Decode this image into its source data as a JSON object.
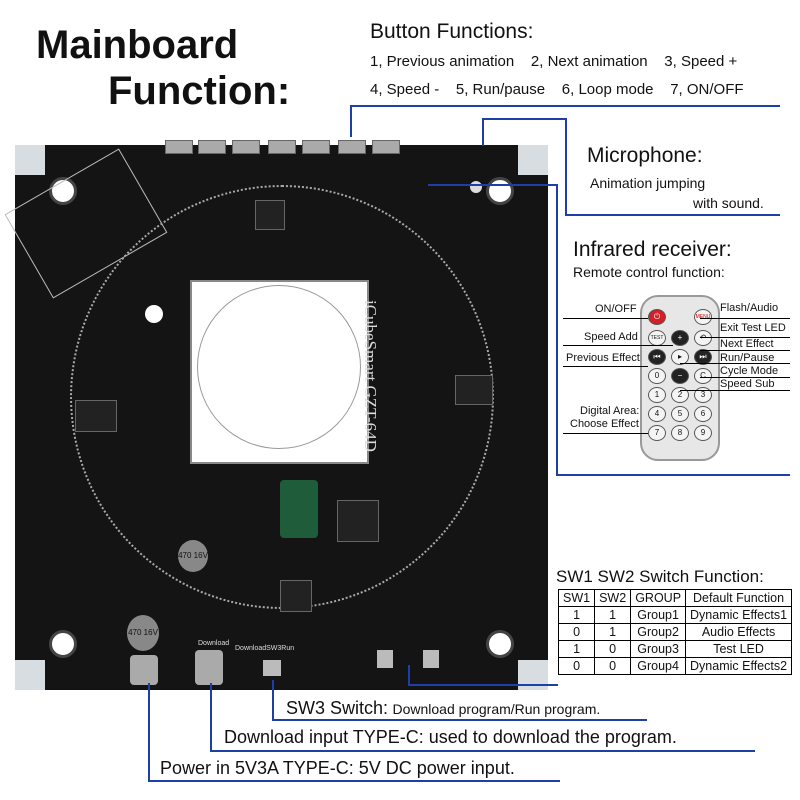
{
  "title": {
    "line1": "Mainboard",
    "line2": "Function:"
  },
  "button_functions": {
    "heading": "Button Functions:",
    "line1": "1, Previous animation    2, Next animation    3, Speed +",
    "line2": "4, Speed -    5, Run/pause    6, Loop mode    7, ON/OFF"
  },
  "microphone": {
    "heading": "Microphone:",
    "line1": "Animation jumping",
    "line2": "with sound."
  },
  "infrared": {
    "heading": "Infrared receiver:",
    "sub": "Remote control function:"
  },
  "remote_labels": {
    "on_off": "ON/OFF",
    "speed_add": "Speed Add",
    "previous_effect": "Previous Effect",
    "digital_area": "Digital Area:",
    "choose_effect": "Choose Effect",
    "flash_audio": "Flash/Audio",
    "exit_test_led": "Exit Test LED",
    "next_effect": "Next Effect",
    "run_pause": "Run/Pause",
    "cycle_mode": "Cycle Mode",
    "speed_sub": "Speed Sub"
  },
  "remote_keys": {
    "menu": "MENU",
    "test": "TEST",
    "plus": "+",
    "minus": "−",
    "c": "C",
    "digits": [
      "0",
      "1",
      "2",
      "3",
      "4",
      "5",
      "6",
      "7",
      "8",
      "9"
    ]
  },
  "board": {
    "silkscreen": "iCubeSmart GZT-64D",
    "cap1": "470 16V",
    "cap2": "470 16V",
    "download_label": "Download",
    "run_label": "DownloadSW3Run"
  },
  "switch_table": {
    "heading": "SW1 SW2 Switch Function:",
    "columns": [
      "SW1",
      "SW2",
      "GROUP",
      "Default Function"
    ],
    "rows": [
      [
        "1",
        "1",
        "Group1",
        "Dynamic Effects1"
      ],
      [
        "0",
        "1",
        "Group2",
        "Audio Effects"
      ],
      [
        "1",
        "0",
        "Group3",
        "Test LED"
      ],
      [
        "0",
        "0",
        "Group4",
        "Dynamic Effects2"
      ]
    ]
  },
  "sw3": {
    "label": "SW3 Switch:",
    "desc": "Download program/Run program."
  },
  "download_input": {
    "text": "Download input TYPE-C: used to download the program."
  },
  "power_in": {
    "text": "Power in 5V3A TYPE-C: 5V DC power input."
  },
  "colors": {
    "line": "#1c3fa8",
    "board": "#141414"
  }
}
